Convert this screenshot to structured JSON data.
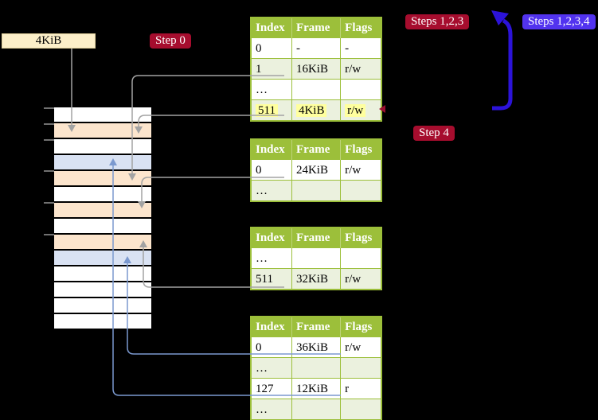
{
  "labels": {
    "frame_size": "4KiB",
    "step0": "Step 0",
    "steps123": "Steps 1,2,3",
    "steps1234": "Steps 1,2,3,4",
    "step4": "Step 4"
  },
  "colors": {
    "background": "#000000",
    "badge_red": "#a60d2e",
    "badge_blue": "#5233ef",
    "thick_arrow_blue": "#2c13d9",
    "connector_gray": "#a3a3a3",
    "connector_blue": "#7b99cf",
    "table_header_green": "#9cbf3a",
    "table_row_green": "#ebf1de",
    "highlight_yellow": "#ffff9e",
    "frame_peach": "#fce5cd",
    "frame_blue": "#d9e2f3",
    "frame_white": "#ffffff",
    "frame_label_bg": "#fcefc9"
  },
  "memory": {
    "rows": [
      {
        "css": "mrow c-white"
      },
      {
        "css": "mrow c-peach"
      },
      {
        "css": "mrow c-white"
      },
      {
        "css": "mrow c-blue"
      },
      {
        "css": "mrow c-peach"
      },
      {
        "css": "mrow c-white"
      },
      {
        "css": "mrow c-peach"
      },
      {
        "css": "mrow c-white"
      },
      {
        "css": "mrow c-peach"
      },
      {
        "css": "mrow c-blue"
      },
      {
        "css": "mrow c-white"
      },
      {
        "css": "mrow c-white"
      },
      {
        "css": "mrow c-white"
      },
      {
        "css": "mrow c-white"
      }
    ]
  },
  "tables": [
    {
      "headers": [
        "Index",
        "Frame",
        "Flags"
      ],
      "rows": [
        {
          "cells": [
            "0",
            "-",
            "-"
          ],
          "highlight": false
        },
        {
          "cells": [
            "1",
            "16KiB",
            "r/w"
          ],
          "highlight": false
        },
        {
          "cells": [
            "…",
            "",
            ""
          ],
          "highlight": false
        },
        {
          "cells": [
            "511",
            "4KiB",
            "r/w"
          ],
          "highlight": true
        }
      ]
    },
    {
      "headers": [
        "Index",
        "Frame",
        "Flags"
      ],
      "rows": [
        {
          "cells": [
            "0",
            "24KiB",
            "r/w"
          ],
          "highlight": false
        },
        {
          "cells": [
            "…",
            "",
            ""
          ],
          "highlight": false
        }
      ]
    },
    {
      "headers": [
        "Index",
        "Frame",
        "Flags"
      ],
      "rows": [
        {
          "cells": [
            "…",
            "",
            ""
          ],
          "highlight": false
        },
        {
          "cells": [
            "511",
            "32KiB",
            "r/w"
          ],
          "highlight": false
        }
      ]
    },
    {
      "headers": [
        "Index",
        "Frame",
        "Flags"
      ],
      "rows": [
        {
          "cells": [
            "0",
            "36KiB",
            "r/w"
          ],
          "highlight": false
        },
        {
          "cells": [
            "…",
            "",
            ""
          ],
          "highlight": false
        },
        {
          "cells": [
            "127",
            "12KiB",
            "r"
          ],
          "highlight": false
        },
        {
          "cells": [
            "…",
            "",
            ""
          ],
          "highlight": false
        }
      ]
    }
  ]
}
